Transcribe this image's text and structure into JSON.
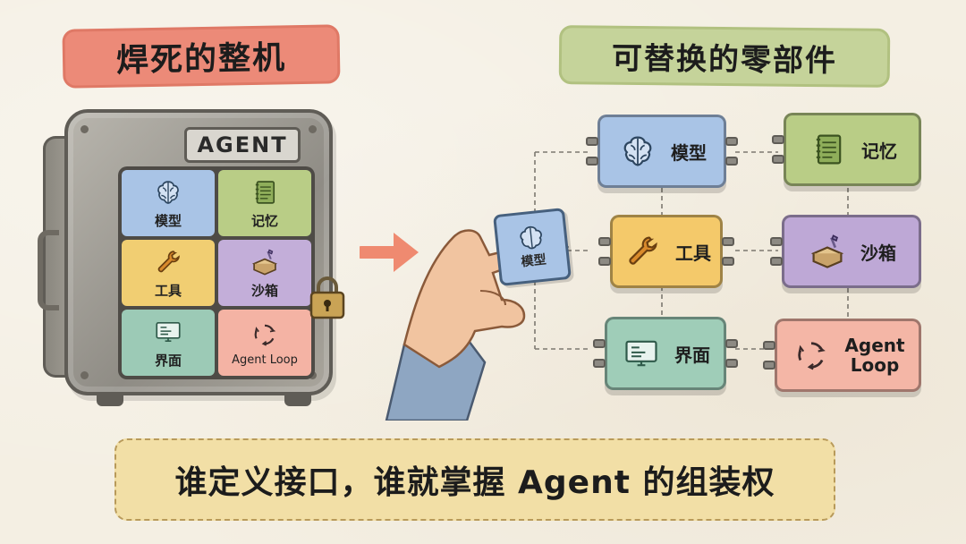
{
  "titles": {
    "left": "焊死的整机",
    "right": "可替换的零部件"
  },
  "safe": {
    "plate": "AGENT",
    "cells": [
      {
        "label": "模型",
        "color": "#a9c4e6",
        "icon": "brain-icon"
      },
      {
        "label": "记忆",
        "color": "#b9cd86",
        "icon": "notebook-icon"
      },
      {
        "label": "工具",
        "color": "#f1ce72",
        "icon": "wrench-icon"
      },
      {
        "label": "沙箱",
        "color": "#c3aed9",
        "icon": "sandbox-icon"
      },
      {
        "label": "界面",
        "color": "#9ccab6",
        "icon": "screen-icon"
      },
      {
        "label": "Agent Loop",
        "color": "#f4b3a4",
        "icon": "loop-icon"
      }
    ]
  },
  "held_module": {
    "label": "模型",
    "color": "#a9c4e6"
  },
  "modules": [
    {
      "id": "model",
      "label": "模型",
      "color": "#a9c4e6",
      "icon": "brain-icon"
    },
    {
      "id": "memory",
      "label": "记忆",
      "color": "#b9cd86",
      "icon": "notebook-icon"
    },
    {
      "id": "tools",
      "label": "工具",
      "color": "#f4c96a",
      "icon": "wrench-icon"
    },
    {
      "id": "sandbox",
      "label": "沙箱",
      "color": "#bea8d6",
      "icon": "sandbox-icon"
    },
    {
      "id": "ui",
      "label": "界面",
      "color": "#9fcdb8",
      "icon": "screen-icon"
    },
    {
      "id": "loop",
      "label_line1": "Agent",
      "label_line2": "Loop",
      "color": "#f4b6a6",
      "icon": "loop-icon"
    }
  ],
  "bottom": {
    "text": "谁定义接口，谁就掌握 Agent 的组装权"
  }
}
